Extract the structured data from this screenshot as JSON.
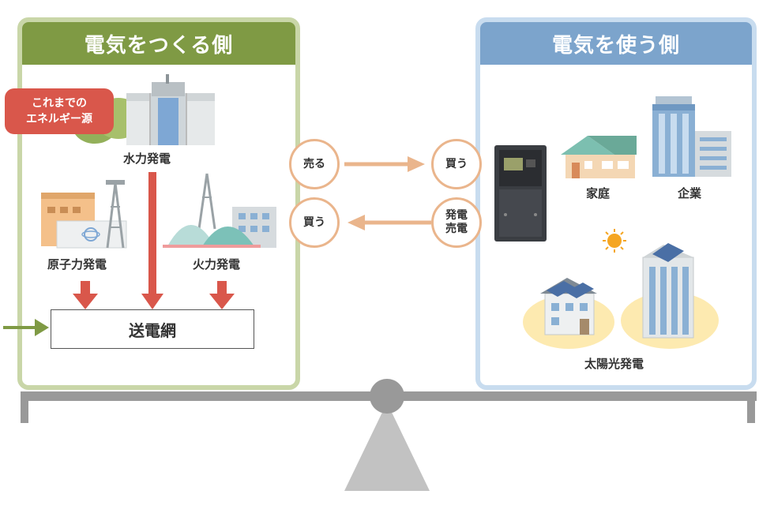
{
  "left_panel": {
    "title": "電気をつくる側",
    "badge": "これまでの\nエネルギー源",
    "hydro_label": "水力発電",
    "nuclear_label": "原子力発電",
    "thermal_label": "火力発電",
    "grid_label": "送電網"
  },
  "middle": {
    "sell_label": "売る",
    "buy_top_label": "買う",
    "buy_bottom_label": "買う",
    "gen_sell_label": "発電\n売電"
  },
  "right_panel": {
    "title": "電気を使う側",
    "home_label": "家庭",
    "company_label": "企業",
    "solar_label": "太陽光発電"
  },
  "colors": {
    "left_header": "#7f9a44",
    "left_border": "#c9d6a8",
    "right_header": "#7ca4cc",
    "right_border": "#c8dcef",
    "red_arrow": "#d9574b",
    "orange_arrow": "#eab58c",
    "scale_gray": "#999999"
  }
}
